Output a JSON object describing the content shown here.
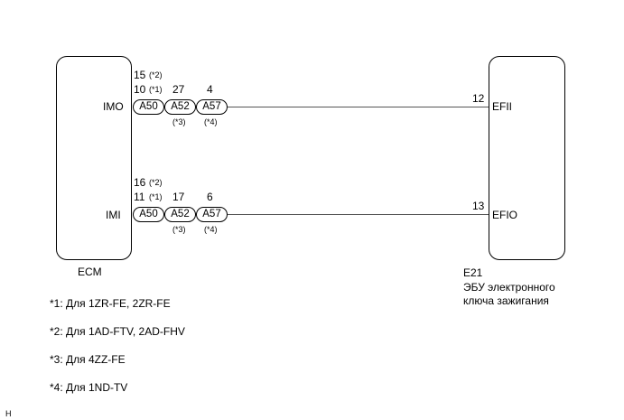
{
  "ecm": {
    "label": "ECM",
    "pins": [
      {
        "name": "IMO",
        "pin_a": "15",
        "pin_a_note": "(*2)",
        "pin_b": "10",
        "pin_b_note": "(*1)",
        "connectors": [
          {
            "id": "A50",
            "pin": "",
            "note": ""
          },
          {
            "id": "A52",
            "pin": "27",
            "note": "(*3)"
          },
          {
            "id": "A57",
            "pin": "4",
            "note": "(*4)"
          }
        ]
      },
      {
        "name": "IMI",
        "pin_a": "16",
        "pin_a_note": "(*2)",
        "pin_b": "11",
        "pin_b_note": "(*1)",
        "connectors": [
          {
            "id": "A50",
            "pin": "",
            "note": ""
          },
          {
            "id": "A52",
            "pin": "17",
            "note": "(*3)"
          },
          {
            "id": "A57",
            "pin": "6",
            "note": "(*4)"
          }
        ]
      }
    ]
  },
  "efi_unit": {
    "code": "E21",
    "label_line1": "ЭБУ электронного",
    "label_line2": "ключа зажигания",
    "pins": [
      {
        "num": "12",
        "name": "EFII"
      },
      {
        "num": "13",
        "name": "EFIO"
      }
    ]
  },
  "notes": [
    "*1: Для 1ZR-FE, 2ZR-FE",
    "*2: Для 1AD-FTV, 2AD-FHV",
    "*3: Для 4ZZ-FE",
    "*4: Для 1ND-TV"
  ],
  "corner_mark": "H"
}
